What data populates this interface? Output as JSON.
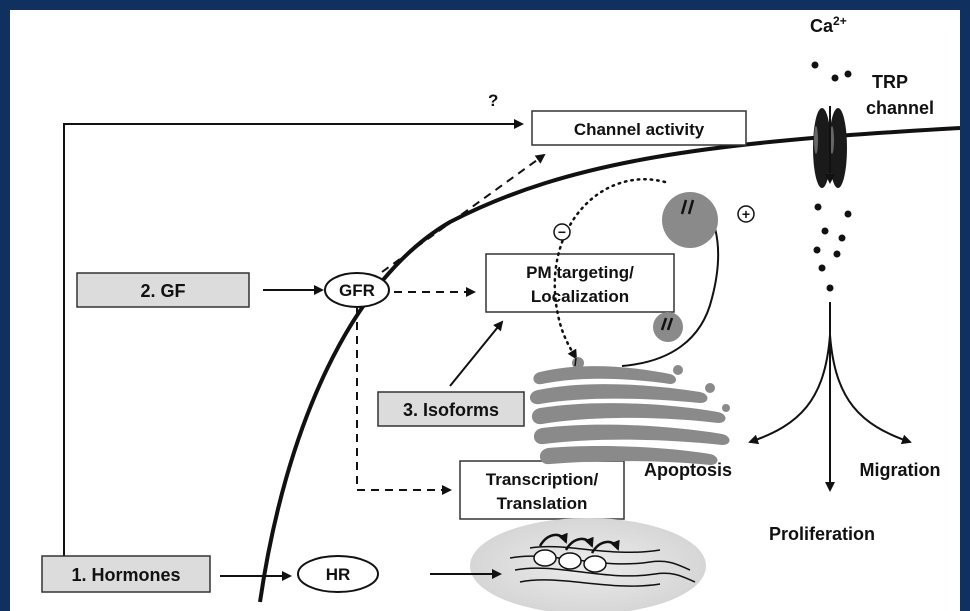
{
  "labels": {
    "ca": "Ca",
    "ca_sup": "2+",
    "trp_line1": "TRP",
    "trp_line2": "channel",
    "question": "?",
    "channel_activity": "Channel activity",
    "gf": "2. GF",
    "gfr": "GFR",
    "pm_line1": "PM targeting/",
    "pm_line2": "Localization",
    "isoforms": "3. Isoforms",
    "transcription_line1": "Transcription/",
    "transcription_line2": "Translation",
    "hormones": "1. Hormones",
    "hr": "HR",
    "apoptosis": "Apoptosis",
    "migration": "Migration",
    "proliferation": "Proliferation",
    "minus": "−",
    "plus": "+"
  },
  "colors": {
    "border": "#103060",
    "membrane": "#111111",
    "organelle": "#8a8a8a",
    "label_box_gray": "#dcdcdc",
    "nucleus": "#e6e6e6"
  }
}
